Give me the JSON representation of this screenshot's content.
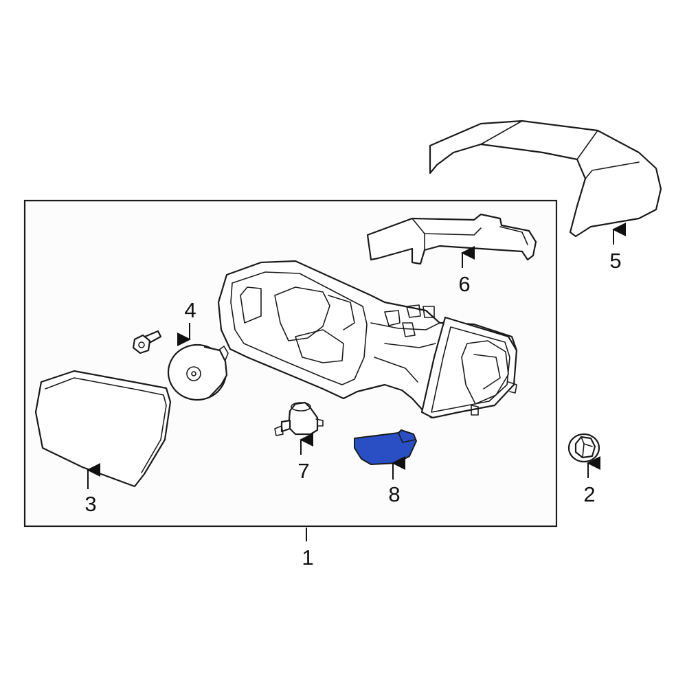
{
  "diagram": {
    "highlight_color": "#2a4fc4",
    "frame_background": "#fcfcfc",
    "callouts": {
      "c1": "1",
      "c2": "2",
      "c3": "3",
      "c4": "4",
      "c5": "5",
      "c6": "6",
      "c7": "7",
      "c8": "8"
    }
  }
}
